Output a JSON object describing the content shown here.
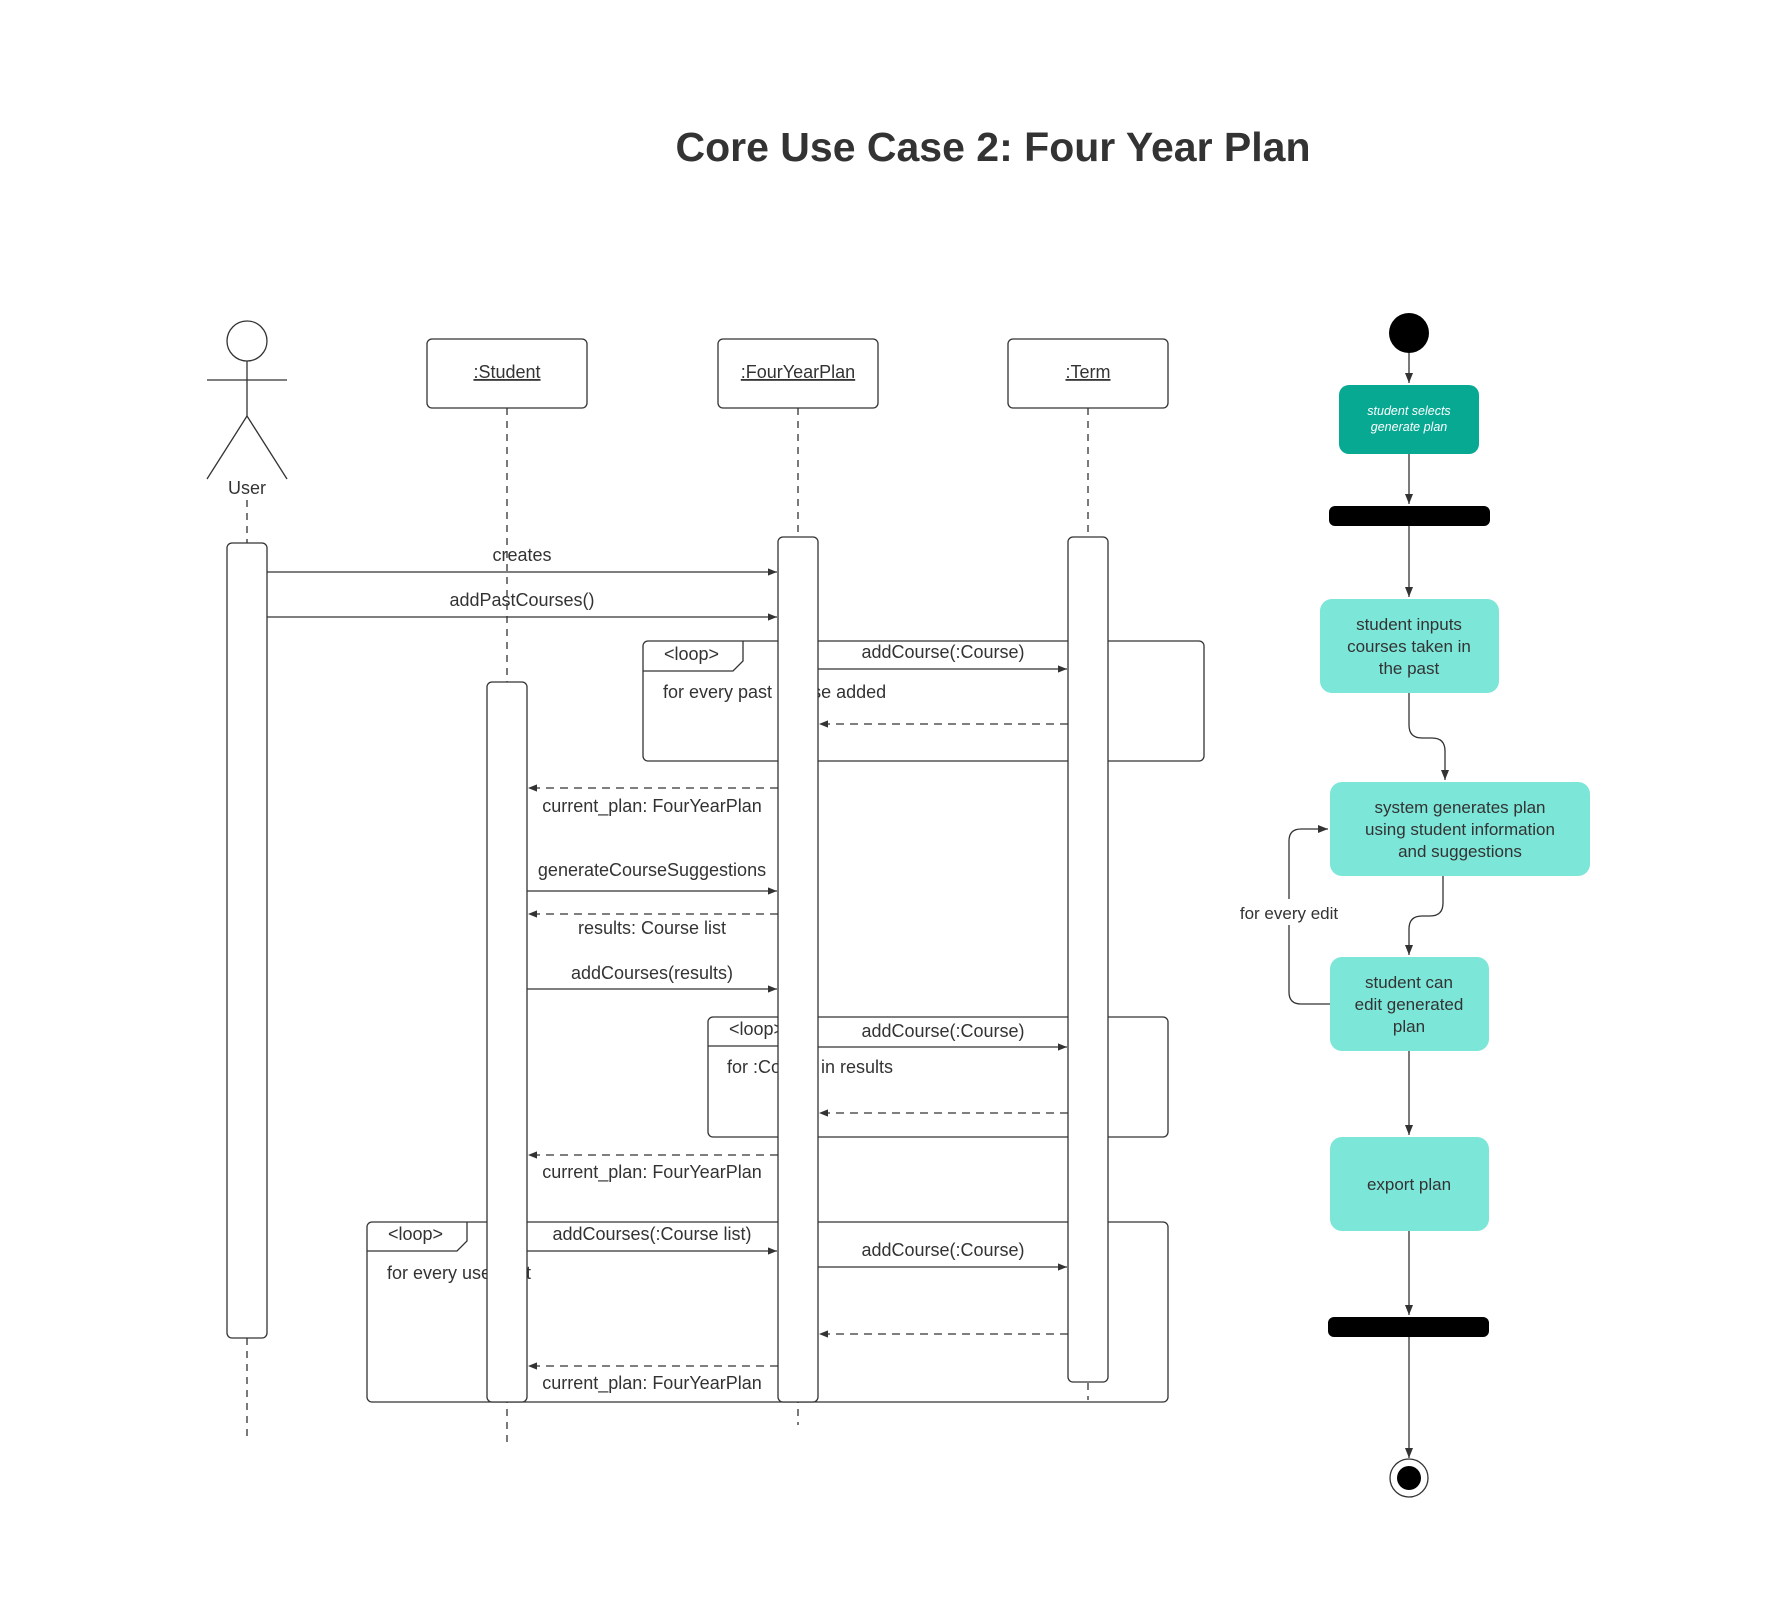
{
  "title": "Core Use Case 2: Four Year Plan",
  "sequence": {
    "actor": {
      "label": "User"
    },
    "objects": [
      {
        "label": ":Student"
      },
      {
        "label": ":FourYearPlan"
      },
      {
        "label": ":Term"
      }
    ],
    "messages": [
      "creates",
      "addPastCourses()",
      "addCourse(:Course)",
      "current_plan: FourYearPlan",
      "generateCourseSuggestions",
      "results: Course list",
      "addCourses(results)",
      "addCourse(:Course)",
      "current_plan: FourYearPlan",
      "addCourses(:Course list)",
      "addCourse(:Course)",
      "current_plan: FourYearPlan"
    ],
    "loops": [
      {
        "tag": "<loop>",
        "guard": "for every past course added"
      },
      {
        "tag": "<loop>",
        "guard": "for :Course in results"
      },
      {
        "tag": "<loop>",
        "guard": "for every user edit"
      }
    ]
  },
  "activity": {
    "start_action": {
      "line1": "student selects",
      "line2": "generate plan"
    },
    "actions": [
      {
        "lines": [
          "student inputs",
          "courses taken in",
          "the past"
        ]
      },
      {
        "lines": [
          "system generates plan",
          "using student information",
          "and suggestions"
        ]
      },
      {
        "lines": [
          "student can",
          "edit generated",
          "plan"
        ]
      },
      {
        "lines": [
          "export plan"
        ]
      }
    ],
    "loop_label": "for every edit"
  },
  "colors": {
    "action_fill": "#7ce6d8",
    "start_action_fill": "#08a993",
    "line": "#333333"
  }
}
